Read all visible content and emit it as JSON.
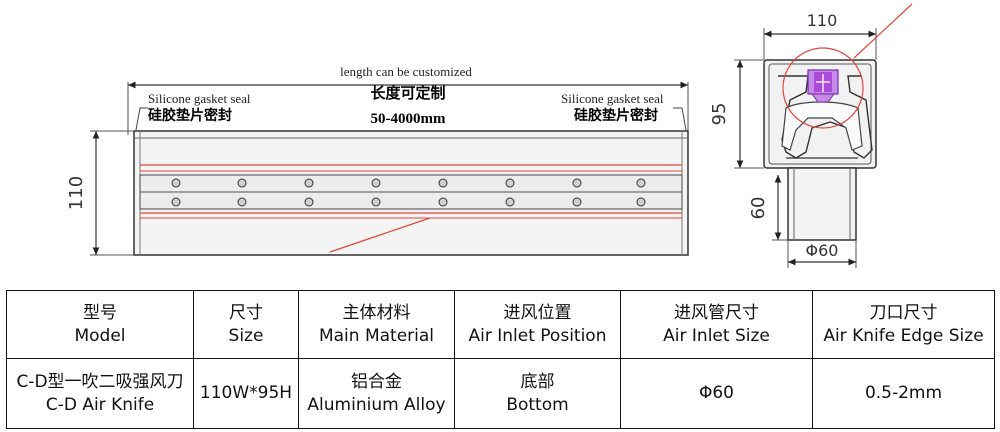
{
  "drawing": {
    "length_label_en": "length can be customized",
    "length_label_cn": "长度可定制",
    "length_range": "50-4000mm",
    "seal_label_en": "Silicone gasket seal",
    "seal_label_cn": "硅胶垫片密封",
    "height_dim": "110",
    "width_dim": "110",
    "height_side_dim": "95",
    "inlet_height_dim": "60",
    "inlet_diameter_dim": "Φ60",
    "accent_color": "#e0463c",
    "highlight_color": "#a33bd6"
  },
  "table": {
    "headers": [
      {
        "cn": "型号",
        "en": "Model"
      },
      {
        "cn": "尺寸",
        "en": "Size"
      },
      {
        "cn": "主体材料",
        "en": "Main Material"
      },
      {
        "cn": "进风位置",
        "en": "Air Inlet Position"
      },
      {
        "cn": "进风管尺寸",
        "en": "Air Inlet Size"
      },
      {
        "cn": "刀口尺寸",
        "en": "Air Knife Edge Size"
      }
    ],
    "row": [
      {
        "cn": "C-D型一吹二吸强风刀",
        "en": "C-D Air Knife"
      },
      {
        "cn": "110W*95H",
        "en": ""
      },
      {
        "cn": "铝合金",
        "en": "Aluminium Alloy"
      },
      {
        "cn": "底部",
        "en": "Bottom"
      },
      {
        "cn": "Φ60",
        "en": ""
      },
      {
        "cn": "0.5-2mm",
        "en": ""
      }
    ]
  }
}
